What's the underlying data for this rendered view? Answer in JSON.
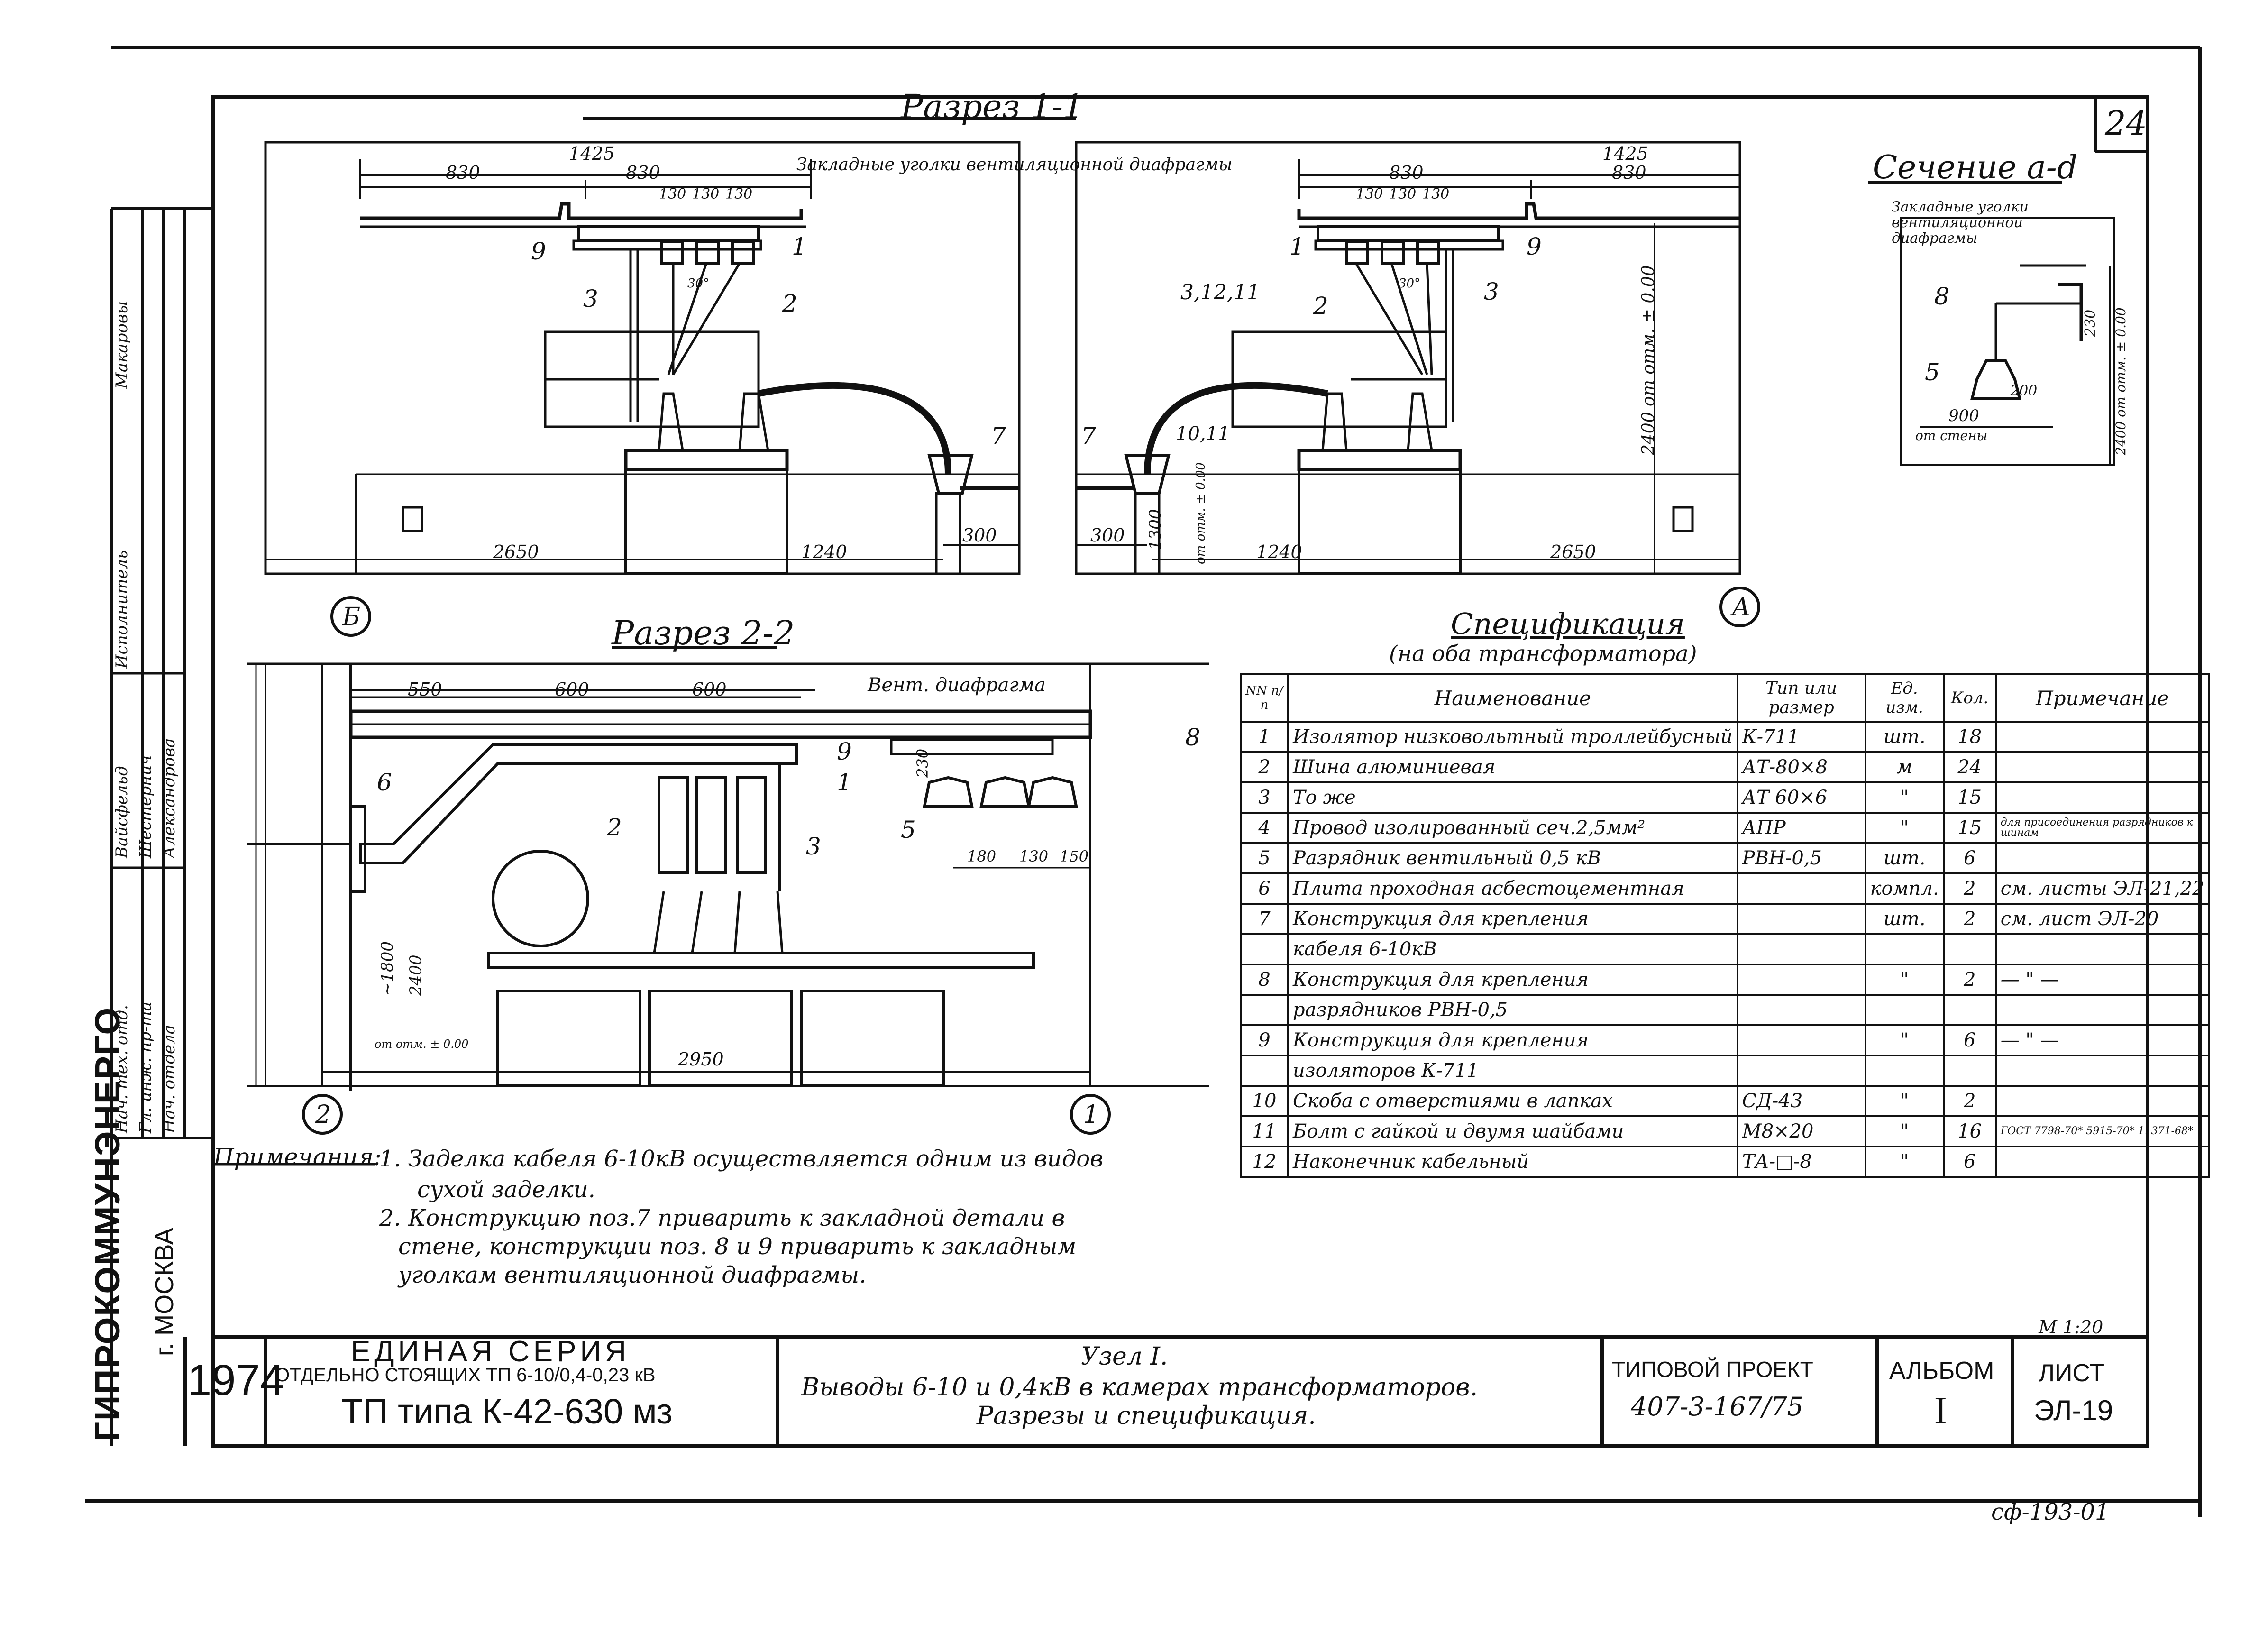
{
  "sheet_number": "24",
  "views": {
    "section_1_1_title": "Разрез 1-1",
    "section_2_2_title": "Разрез 2-2",
    "section_a_d_title": "Сечение а-d",
    "section_a_d_note": "Закладные уголки вентиляционной диафрагмы",
    "embedded_angles_label": "Закладные уголки вентиляционной диафрагмы",
    "vent_diaphragm_label": "Вент. диафрагма",
    "axis_b": "Б",
    "axis_a": "А",
    "axis_2": "2",
    "axis_1": "1"
  },
  "dimensions_1_1": {
    "left_1425": "1425",
    "left_830a": "830",
    "left_830b": "830",
    "left_130a": "130",
    "left_130b": "130",
    "left_130c": "130",
    "left_2650": "2650",
    "left_1240": "1240",
    "left_300": "300",
    "right_1425": "1425",
    "right_830a": "830",
    "right_830b": "830",
    "right_130a": "130",
    "right_130b": "130",
    "right_130c": "130",
    "right_2650": "2650",
    "right_1240": "1240",
    "right_300": "300",
    "right_1300": "1300",
    "height_2400": "2400 от отм. ± 0.00",
    "floor_mark": "от отм. ± 0.00",
    "angle_30a": "30°",
    "angle_30b": "30°"
  },
  "dimensions_2_2": {
    "d550": "550",
    "d600a": "600",
    "d600b": "600",
    "d230": "230",
    "d180": "180",
    "d130": "130",
    "d150": "150",
    "d1800": "~1800",
    "d2400": "2400",
    "d2950": "2950",
    "floor_mark": "от отм. ± 0.00"
  },
  "dimensions_a_d": {
    "d230": "230",
    "d200": "200",
    "d900": "900",
    "from_wall": "от стены",
    "height": "2400 от отм. ± 0.00"
  },
  "callouts_1_1_left": [
    "1",
    "2",
    "3",
    "9",
    "7"
  ],
  "callouts_1_1_right": [
    "1",
    "2",
    "3",
    "9",
    "7",
    "3,12,11",
    "10,11"
  ],
  "callouts_2_2": [
    "1",
    "2",
    "3",
    "5",
    "6",
    "8",
    "9"
  ],
  "callouts_a_d": [
    "8",
    "5"
  ],
  "specification": {
    "title": "Спецификация",
    "subtitle": "(на оба трансформатора)",
    "headers": {
      "num": "NN п/п",
      "name": "Наименование",
      "type": "Тип или размер",
      "unit": "Ед. изм.",
      "qty": "Кол.",
      "note": "Примечание"
    },
    "rows": [
      {
        "n": "1",
        "name": "Изолятор низковольтный троллейбусный",
        "type": "К-711",
        "unit": "шт.",
        "qty": "18",
        "note": ""
      },
      {
        "n": "2",
        "name": "Шина алюминиевая",
        "type": "АТ-80×8",
        "unit": "м",
        "qty": "24",
        "note": ""
      },
      {
        "n": "3",
        "name": "То же",
        "type": "АТ 60×6",
        "unit": "\"",
        "qty": "15",
        "note": ""
      },
      {
        "n": "4",
        "name": "Провод изолированный сеч.2,5мм²",
        "type": "АПР",
        "unit": "\"",
        "qty": "15",
        "note": "для присоединения разрядников к шинам"
      },
      {
        "n": "5",
        "name": "Разрядник вентильный 0,5 кВ",
        "type": "РВН-0,5",
        "unit": "шт.",
        "qty": "6",
        "note": ""
      },
      {
        "n": "6",
        "name": "Плита проходная асбестоцементная",
        "type": "",
        "unit": "компл.",
        "qty": "2",
        "note": "см. листы ЭЛ-21,22"
      },
      {
        "n": "7",
        "name": "Конструкция для крепления",
        "type": "",
        "unit": "шт.",
        "qty": "2",
        "note": "см. лист ЭЛ-20"
      },
      {
        "n": "",
        "name": "кабеля 6-10кВ",
        "type": "",
        "unit": "",
        "qty": "",
        "note": ""
      },
      {
        "n": "8",
        "name": "Конструкция для крепления",
        "type": "",
        "unit": "\"",
        "qty": "2",
        "note": "— \" —"
      },
      {
        "n": "",
        "name": "разрядников РВН-0,5",
        "type": "",
        "unit": "",
        "qty": "",
        "note": ""
      },
      {
        "n": "9",
        "name": "Конструкция для крепления",
        "type": "",
        "unit": "\"",
        "qty": "6",
        "note": "— \" —"
      },
      {
        "n": "",
        "name": "изоляторов К-711",
        "type": "",
        "unit": "",
        "qty": "",
        "note": ""
      },
      {
        "n": "10",
        "name": "Скоба с отверстиями в лапках",
        "type": "СД-43",
        "unit": "\"",
        "qty": "2",
        "note": ""
      },
      {
        "n": "11",
        "name": "Болт с гайкой и двумя шайбами",
        "type": "М8×20",
        "unit": "\"",
        "qty": "16",
        "note": "ГОСТ 7798-70* 5915-70* 11371-68*"
      },
      {
        "n": "12",
        "name": "Наконечник кабельный",
        "type": "ТА-□-8",
        "unit": "\"",
        "qty": "6",
        "note": ""
      }
    ]
  },
  "notes": {
    "heading": "Примечания:",
    "items": [
      "1. Заделка кабеля 6-10кВ осуществляется одним из видов",
      "сухой заделки.",
      "2. Конструкцию поз.7 приварить к закладной детали в",
      "стене, конструкции поз. 8 и 9 приварить к закладным",
      "уголкам вентиляционной диафрагмы."
    ]
  },
  "title_block": {
    "scale": "М 1:20",
    "year": "1974",
    "series_title": "ЕДИНАЯ СЕРИЯ",
    "series_sub": "ОТДЕЛЬНО СТОЯЩИХ ТП 6-10/0,4-0,23 кВ",
    "tp_type": "ТП типа К-42-630 мз",
    "node": "Узел I.",
    "description_1": "Выводы 6-10 и 0,4кВ в камерах трансформаторов.",
    "description_2": "Разрезы и спецификация.",
    "project_label": "ТИПОВОЙ ПРОЕКТ",
    "project_number": "407-3-167/75",
    "album_label": "АЛЬБОМ",
    "album_number": "I",
    "sheet_label": "ЛИСТ",
    "sheet_code": "ЭЛ-19",
    "org": "ГИПРОКОММУНЭНЕРГО",
    "city": "г. МОСКВА",
    "stamp_code": "сф-193-01"
  },
  "signatures": {
    "roles": [
      "Нач. тех. отд.",
      "Гл. инж. пр-та",
      "Нач. отдела",
      "Исполнитель"
    ],
    "names": [
      "Вайсфельд",
      "Шестернич",
      "Александрова",
      "Макаровы"
    ]
  }
}
